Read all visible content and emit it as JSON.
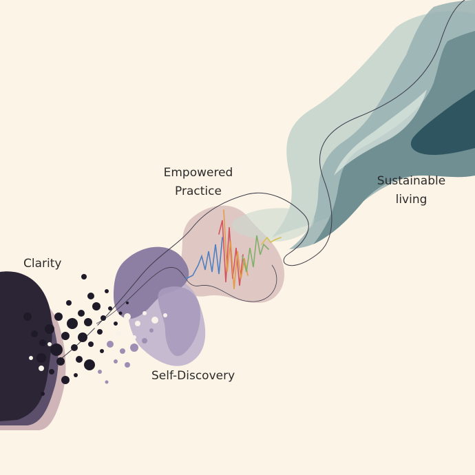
{
  "labels": {
    "clarity": "Clarity",
    "empowered": "Empowered\nPractice",
    "sustainable": "Sustainable\nliving",
    "self_discovery": "Self-Discovery"
  },
  "colors": {
    "background": "#fcf4e6",
    "dark_plum": "#2c2536",
    "muted_purple": "#7d6e93",
    "lavender": "#b8aec8",
    "dusty_pink": "#d9bcbc",
    "sage": "#b9ccc4",
    "slate_teal": "#6f8f93",
    "deep_teal": "#2f5660"
  },
  "icons": [
    "spectrum-wave-icon",
    "ink-splatter-icon",
    "flowing-ribbon-icon"
  ]
}
